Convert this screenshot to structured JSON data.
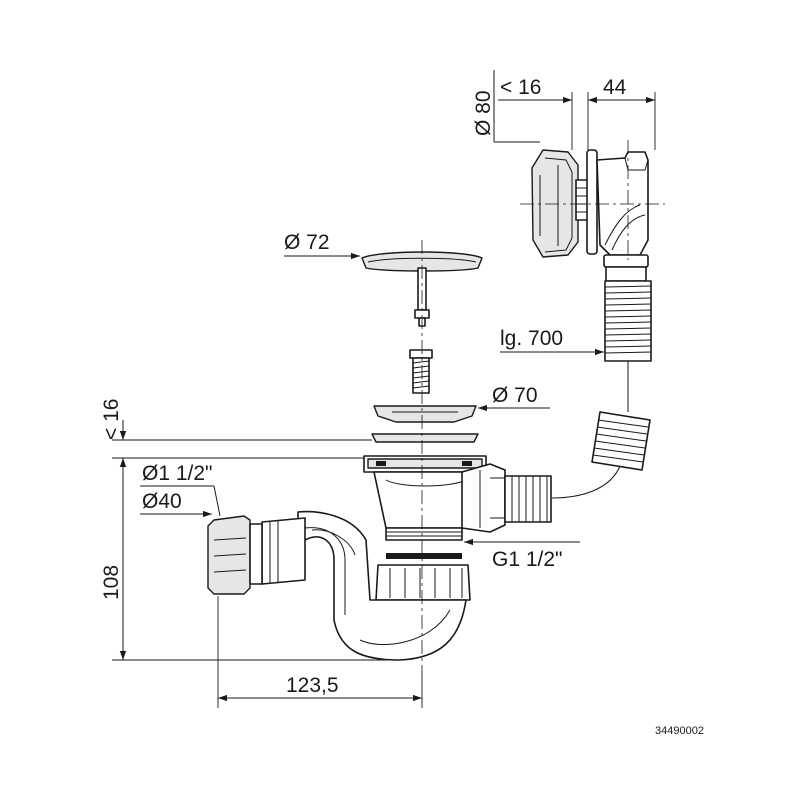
{
  "drawing": {
    "dimensions": {
      "overflow_diameter": "Ø 80",
      "overflow_depth": "< 16",
      "overflow_width": "44",
      "plug_diameter": "Ø 72",
      "hose_length": "lg. 700",
      "flange_diameter": "Ø 70",
      "waste_depth": "< 16",
      "outlet_size": "Ø1 1/2\"",
      "outlet_diameter": "Ø40",
      "trap_height": "108",
      "trap_width": "123,5",
      "thread_size": "G1 1/2\""
    },
    "reference_code": "34490002"
  }
}
